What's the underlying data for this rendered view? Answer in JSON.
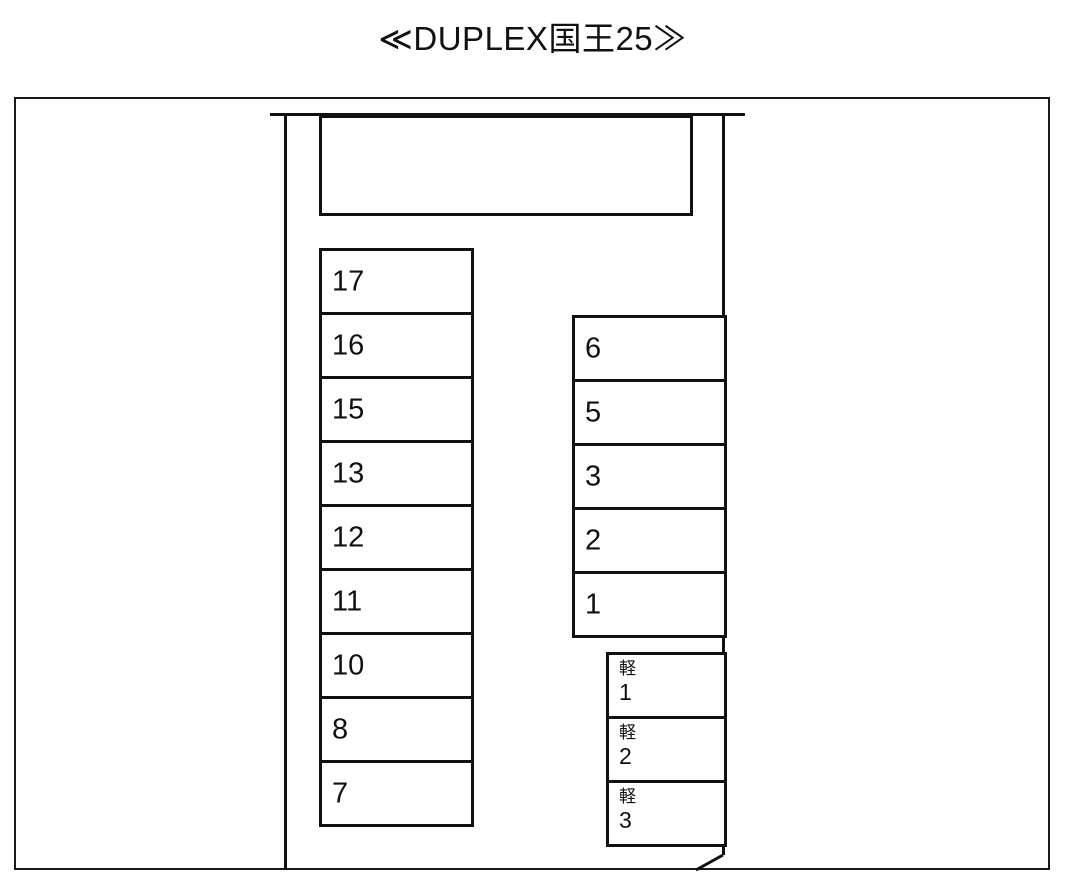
{
  "title": "≪DUPLEX国王25≫",
  "diagram": {
    "type": "parking-lot-layout",
    "kei_kanji": "軽",
    "columns": {
      "left": {
        "name": "left-stall-column",
        "stalls": [
          {
            "label": "17"
          },
          {
            "label": "16"
          },
          {
            "label": "15"
          },
          {
            "label": "13"
          },
          {
            "label": "12"
          },
          {
            "label": "11"
          },
          {
            "label": "10"
          },
          {
            "label": "8"
          },
          {
            "label": "7"
          }
        ]
      },
      "right": {
        "name": "right-stall-column",
        "stalls": [
          {
            "label": "6"
          },
          {
            "label": "5"
          },
          {
            "label": "3"
          },
          {
            "label": "2"
          },
          {
            "label": "1"
          }
        ]
      },
      "kei": {
        "name": "kei-stall-column",
        "stalls": [
          {
            "kanji": "軽",
            "number": "1"
          },
          {
            "kanji": "軽",
            "number": "2"
          },
          {
            "kanji": "軽",
            "number": "3"
          }
        ]
      }
    },
    "colors": {
      "line": "#111111",
      "background": "#ffffff",
      "text": "#111111"
    }
  }
}
